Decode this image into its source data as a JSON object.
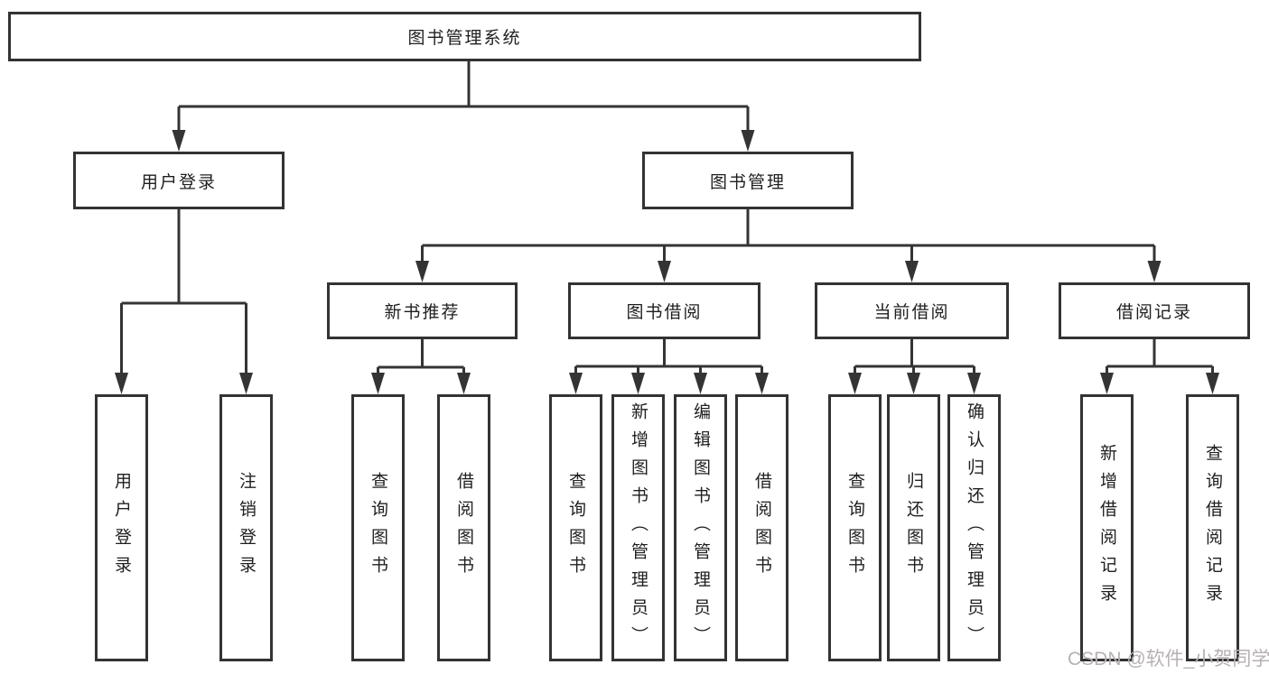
{
  "tree": {
    "root": {
      "label": "图书管理系统"
    },
    "children": [
      {
        "label": "用户登录",
        "children": [
          {
            "label": "用户登录"
          },
          {
            "label": "注销登录"
          }
        ]
      },
      {
        "label": "图书管理",
        "children": [
          {
            "label": "新书推荐",
            "children": [
              {
                "label": "查询图书"
              },
              {
                "label": "借阅图书"
              }
            ]
          },
          {
            "label": "图书借阅",
            "children": [
              {
                "label": "查询图书"
              },
              {
                "label": "新增图书（管理员）"
              },
              {
                "label": "编辑图书（管理员）"
              },
              {
                "label": "借阅图书"
              }
            ]
          },
          {
            "label": "当前借阅",
            "children": [
              {
                "label": "查询图书"
              },
              {
                "label": "归还图书"
              },
              {
                "label": "确认归还（管理员）"
              }
            ]
          },
          {
            "label": "借阅记录",
            "children": [
              {
                "label": "新增借阅记录"
              },
              {
                "label": "查询借阅记录"
              }
            ]
          }
        ]
      }
    ]
  },
  "watermark": {
    "text": "CSDN @软件_小贺同学"
  },
  "colors": {
    "line": "#343434",
    "text": "#1f1f1f",
    "box_background": "#ffffff",
    "watermark": "#b7b1b1"
  }
}
